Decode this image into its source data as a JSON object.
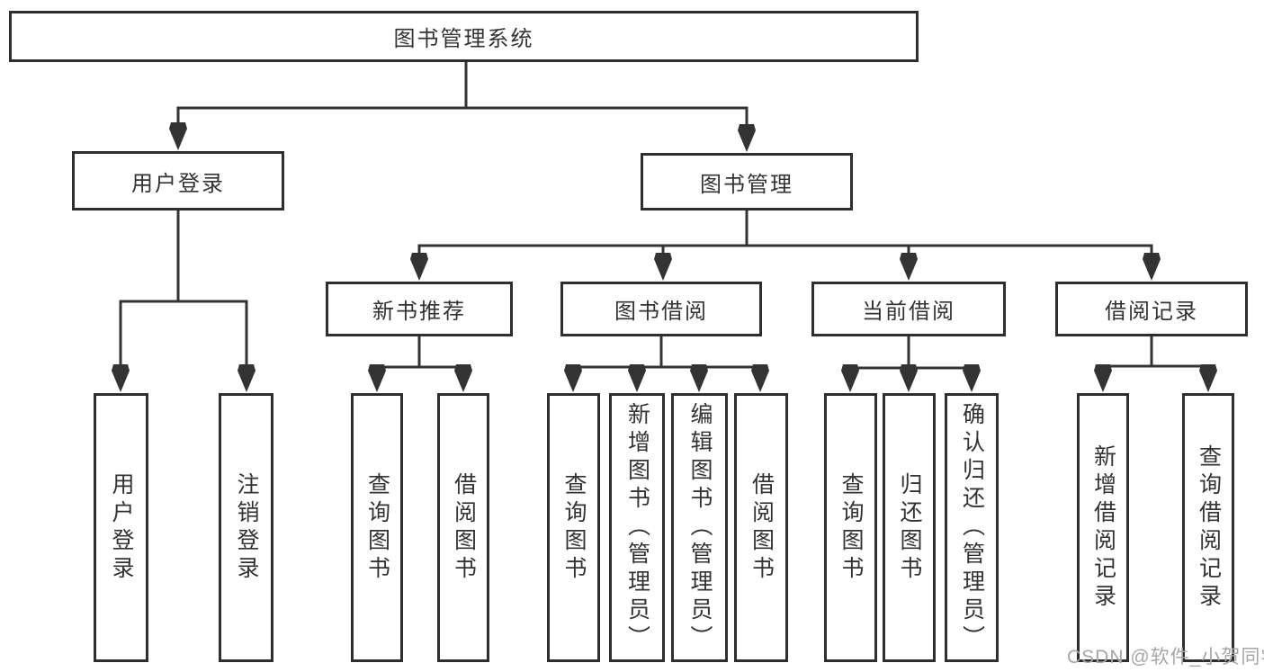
{
  "diagram": {
    "title": "图书管理系统",
    "branches": [
      {
        "label": "用户登录",
        "children": [
          {
            "label": "用户登录"
          },
          {
            "label": "注销登录"
          }
        ]
      },
      {
        "label": "图书管理",
        "children": [
          {
            "label": "新书推荐",
            "children": [
              {
                "label": "查询图书"
              },
              {
                "label": "借阅图书"
              }
            ]
          },
          {
            "label": "图书借阅",
            "children": [
              {
                "label": "查询图书"
              },
              {
                "label": "新增图书（管理员）"
              },
              {
                "label": "编辑图书（管理员）"
              },
              {
                "label": "借阅图书"
              }
            ]
          },
          {
            "label": "当前借阅",
            "children": [
              {
                "label": "查询图书"
              },
              {
                "label": "归还图书"
              },
              {
                "label": "确认归还（管理员）"
              }
            ]
          },
          {
            "label": "借阅记录",
            "children": [
              {
                "label": "新增借阅记录"
              },
              {
                "label": "查询借阅记录"
              }
            ]
          }
        ]
      }
    ]
  },
  "watermark": {
    "text": "CSDN @软件_小贺同学"
  },
  "colors": {
    "line": "#333333",
    "box_border": "#2e2e2e",
    "text": "#333333",
    "watermark": "#a6a6a6",
    "background": "#ffffff"
  }
}
